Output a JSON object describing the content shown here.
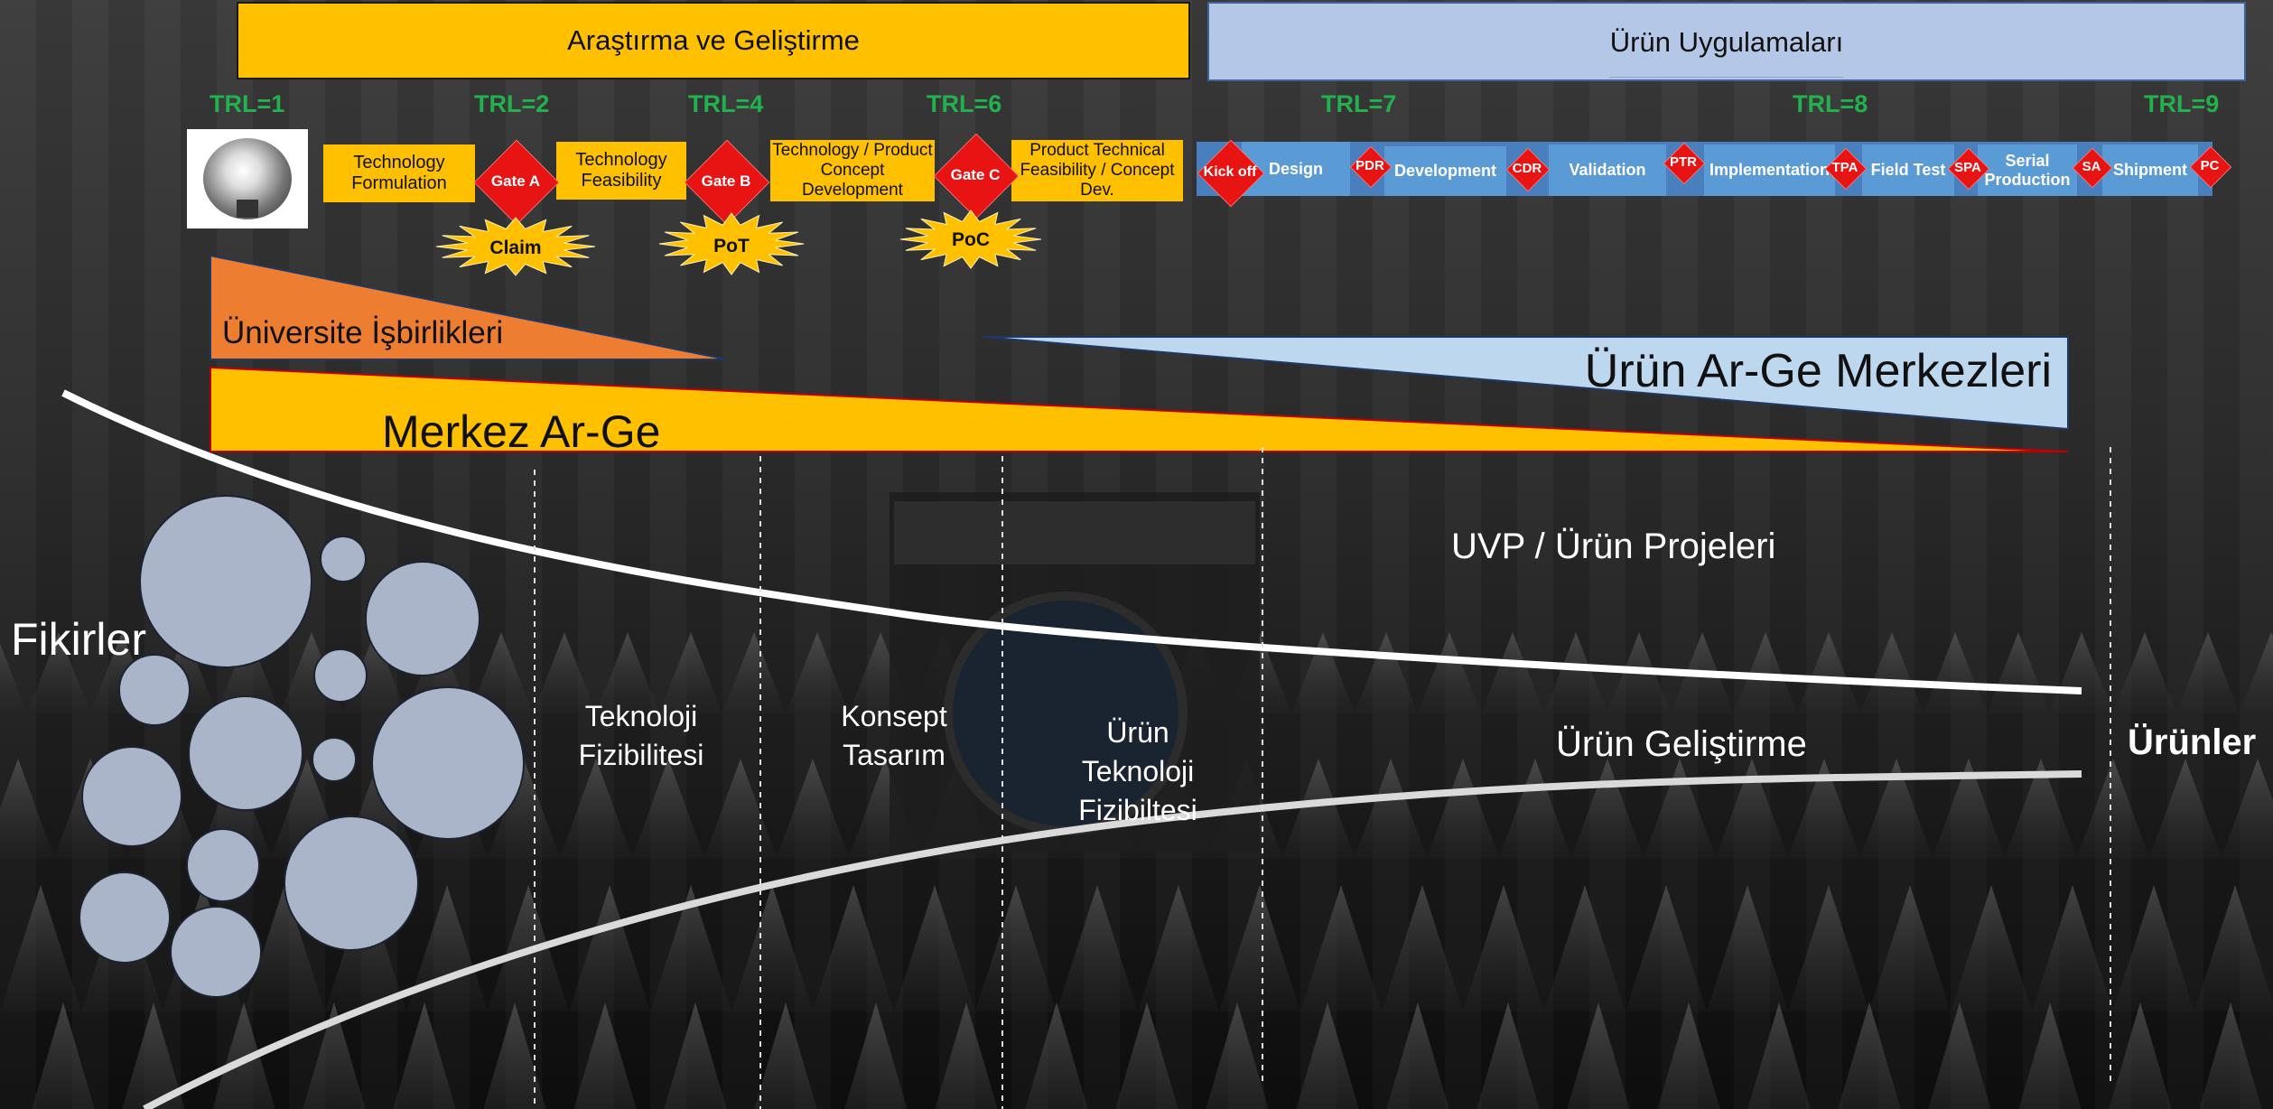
{
  "colors": {
    "rd": "#ffc000",
    "product": "#b4c7e7",
    "trl": "#22b14c",
    "gate": "#e81414",
    "process_box": "#5b9bd5",
    "university": "#ed7d31",
    "arge_center": "#bdd7ee",
    "bubble": "#aab5c9"
  },
  "header": {
    "rd_title": "Araştırma ve Geliştirme",
    "product_title": "Ürün Uygulamaları"
  },
  "trl_levels": [
    "TRL=1",
    "TRL=2",
    "TRL=4",
    "TRL=6",
    "TRL=7",
    "TRL=8",
    "TRL=9"
  ],
  "rd_steps": [
    "Technology Formulation",
    "Technology Feasibility",
    "Technology / Product Concept Development",
    "Product Technical Feasibility / Concept Dev."
  ],
  "rd_gates": [
    "Gate A",
    "Gate B",
    "Gate C"
  ],
  "milestones": [
    "Claim",
    "PoT",
    "PoC"
  ],
  "product_steps": [
    "Design",
    "Development",
    "Validation",
    "Implementation",
    "Field Test",
    "Serial Production",
    "Shipment"
  ],
  "product_gates": [
    "Kick off",
    "PDR",
    "CDR",
    "PTR",
    "TPA",
    "SPA",
    "SA",
    "PC"
  ],
  "bands": {
    "university": "Üniversite İşbirlikleri",
    "product_centers": "Ürün Ar-Ge Merkezleri",
    "central": "Merkez Ar-Ge"
  },
  "funnel": {
    "ideas": "Fikirler",
    "upper": "UVP / Ürün Projeleri",
    "tech_feasibility": "Teknoloji Fizibilitesi",
    "concept": "Konsept Tasarım",
    "product_tech": "Ürün Teknoloji Fizibiltesi",
    "development": "Ürün Geliştirme",
    "products": "Ürünler"
  },
  "icons": {
    "bulb": "light-bulb-icon",
    "starburst": "starburst-icon",
    "gate": "diamond-gate-icon",
    "bubble": "idea-bubble-icon"
  }
}
